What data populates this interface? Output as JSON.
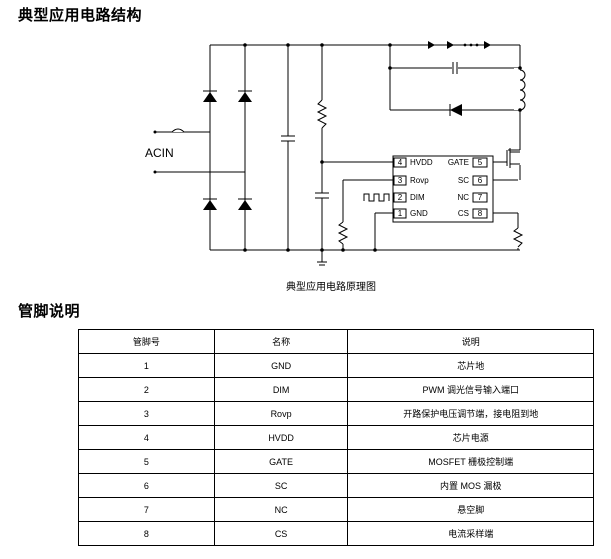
{
  "section1_title": "典型应用电路结构",
  "section2_title": "管脚说明",
  "schematic": {
    "acin_label": "ACIN",
    "caption": "典型应用电路原理图",
    "pins_left": [
      {
        "num": "4",
        "name": "HVDD"
      },
      {
        "num": "3",
        "name": "Rovp"
      },
      {
        "num": "2",
        "name": "DIM"
      },
      {
        "num": "1",
        "name": "GND"
      }
    ],
    "pins_right": [
      {
        "num": "5",
        "name": "GATE"
      },
      {
        "num": "6",
        "name": "SC"
      },
      {
        "num": "7",
        "name": "NC"
      },
      {
        "num": "8",
        "name": "CS"
      }
    ]
  },
  "table": {
    "headers": [
      "管脚号",
      "名称",
      "说明"
    ],
    "rows": [
      [
        "1",
        "GND",
        "芯片地"
      ],
      [
        "2",
        "DIM",
        "PWM 调光信号输入端口"
      ],
      [
        "3",
        "Rovp",
        "开路保护电压调节端，接电阻到地"
      ],
      [
        "4",
        "HVDD",
        "芯片电源"
      ],
      [
        "5",
        "GATE",
        "MOSFET 栅极控制端"
      ],
      [
        "6",
        "SC",
        "内置 MOS 漏极"
      ],
      [
        "7",
        "NC",
        "悬空脚"
      ],
      [
        "8",
        "CS",
        "电流采样端"
      ]
    ]
  }
}
